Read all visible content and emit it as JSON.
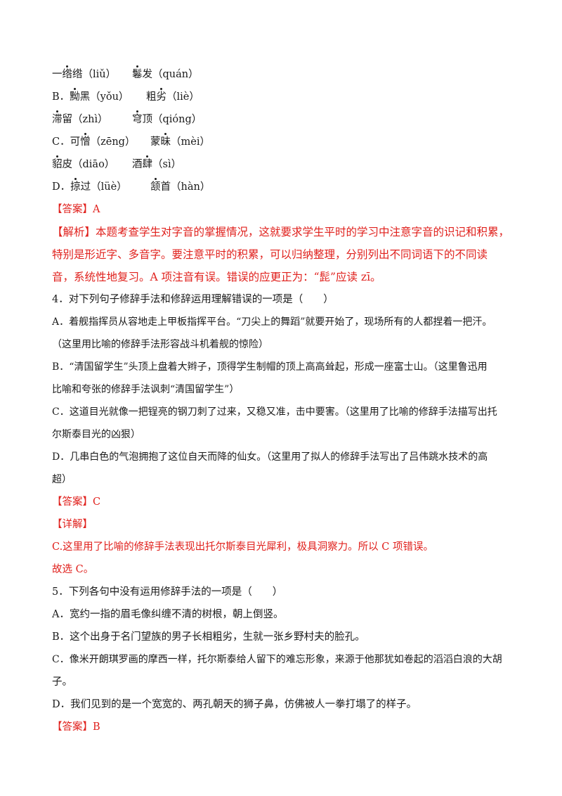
{
  "q3_options": {
    "c_row1": {
      "w1a": "一",
      "w1dot": "绺",
      "w1b": "绺（liǔ）",
      "w2dot": "鬈",
      "w2b": "发（quán）"
    },
    "b_row1": {
      "label": "B．",
      "w1dot": "黝",
      "w1b": "黑（yǒu）",
      "w2a": "粗",
      "w2dot": "劣",
      "w2b": "（liè）"
    },
    "b_row2": {
      "w1dot": "滞",
      "w1b": "留（zhì）",
      "w2dot": "穹",
      "w2b": "顶（qióng）"
    },
    "c_row_label": {
      "label": "C．",
      "w1a": "可",
      "w1dot": "憎",
      "w1b": "（zēng）",
      "w2a": "蒙",
      "w2dot": "昧",
      "w2b": "（mèi）"
    },
    "c_row2": {
      "w1dot": "貂",
      "w1b": "皮（diāo）",
      "w2a": "酒",
      "w2dot": "肆",
      "w2b": "（sì）"
    },
    "d_row1": {
      "label": "D．",
      "w1dot": "掠",
      "w1b": "过（lüè）",
      "w2dot": "颔",
      "w2b": "首（hàn）"
    }
  },
  "q3_answer": {
    "tag": "【答案】",
    "value": "A"
  },
  "q3_analysis": {
    "tag": "【解析】",
    "line1": "本题考查学生对字音的掌握情况，这就要求学生平时的学习中注意字音的识记和积累，",
    "line2": "特别是形近字、多音字。要注意平时的积累，可以归纳整理，分别列出不同词语下的不同读",
    "line3": "音，系统性地复习。A 项注音有误。错误的应更正为：“髭”应读 zī。"
  },
  "q4": {
    "stem": "4．对下列句子修辞手法和修辞运用理解错误的一项是（　　）",
    "a1": "A．着舰指挥员从容地走上甲板指挥平台。“刀尖上的舞蹈”就要开始了，现场所有的人都捏着一把汗。",
    "a2": "（这里用比喻的修辞手法形容战斗机着舰的惊险）",
    "b1": "B．“清国留学生”头顶上盘着大辫子，顶得学生制帽的顶上高高耸起，形成一座富士山。（这里鲁迅用",
    "b2": "比喻和夸张的修辞手法讽刺“清国留学生”）",
    "c1": "C．这道目光就像一把锃亮的钢刀刺了过来，又稳又准，击中要害。（这里用了比喻的修辞手法描写出托",
    "c2": "尔斯泰目光的凶狠）",
    "d1": "D．几串白色的气泡拥抱了这位自天而降的仙女。（这里用了拟人的修辞手法写出了吕伟跳水技术的高",
    "d2": "超）",
    "answer_tag": "【答案】",
    "answer_value": "C",
    "detail_tag": "【详解】",
    "detail": "C.这里用了比喻的修辞手法表现出托尔斯泰目光犀利，极具洞察力。所以 C 项错误。",
    "conclusion": "故选 C。"
  },
  "q5": {
    "stem": "5．下列各句中没有运用修辞手法的一项是（　　）",
    "a": "A．宽约一指的眉毛像纠缠不清的树根，朝上倒竖。",
    "b": "B．这个出身于名门望族的男子长相粗劣，生就一张乡野村夫的脸孔。",
    "c1": "C．像米开朗琪罗画的摩西一样，托尔斯泰给人留下的难忘形象，来源于他那犹如卷起的滔滔白浪的大胡",
    "c2": "子。",
    "d": "D．我们见到的是一个宽宽的、两孔朝天的狮子鼻，仿佛被人一拳打塌了的样子。",
    "answer_tag": "【答案】",
    "answer_value": "B"
  },
  "colors": {
    "text": "#1a1a1a",
    "accent_red": "#e0201c"
  }
}
